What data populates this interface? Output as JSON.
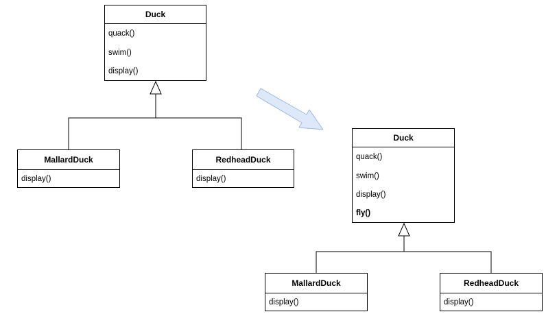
{
  "before": {
    "parent": {
      "name": "Duck",
      "methods": [
        "quack()",
        "swim()",
        "display()"
      ]
    },
    "children": [
      {
        "name": "MallardDuck",
        "methods": [
          "display()"
        ]
      },
      {
        "name": "RedheadDuck",
        "methods": [
          "display()"
        ]
      }
    ]
  },
  "after": {
    "parent": {
      "name": "Duck",
      "methods": [
        "quack()",
        "swim()",
        "display()",
        "fly()"
      ]
    },
    "children": [
      {
        "name": "MallardDuck",
        "methods": [
          "display()"
        ]
      },
      {
        "name": "RedheadDuck",
        "methods": [
          "display()"
        ]
      }
    ]
  },
  "colors": {
    "transition_arrow_fill": "#dde8f8",
    "transition_arrow_stroke": "#9fb8dd"
  }
}
